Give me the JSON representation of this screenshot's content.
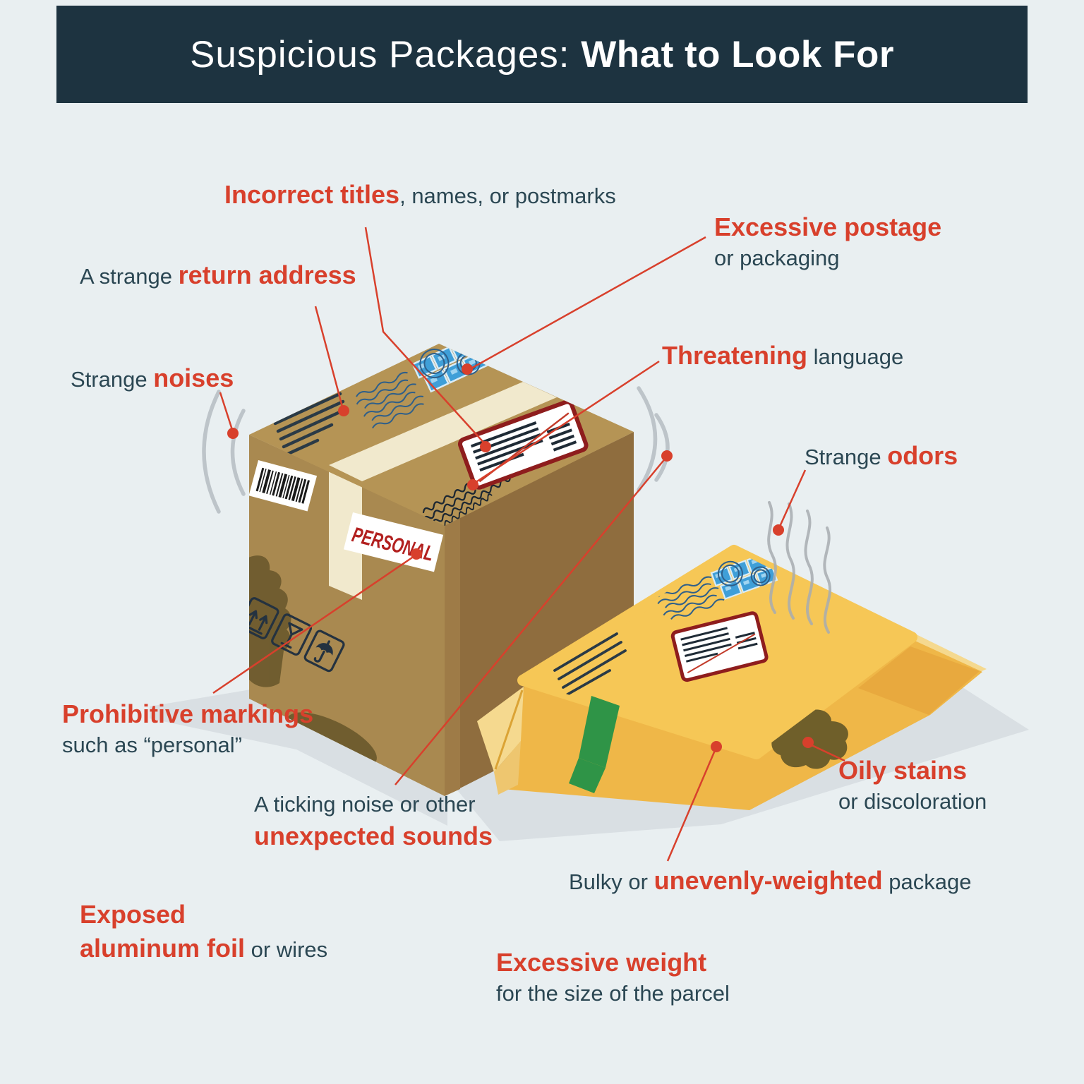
{
  "header": {
    "title_light": "Suspicious Packages: ",
    "title_bold": "What to Look For"
  },
  "labels": {
    "incorrect_titles": {
      "em": "Incorrect titles",
      "rest": ", names, or postmarks"
    },
    "excessive_postage": {
      "em": "Excessive postage",
      "rest": "or packaging"
    },
    "return_address": {
      "pre": "A strange ",
      "em": "return address"
    },
    "strange_noises": {
      "pre": "Strange ",
      "em": "noises"
    },
    "threatening": {
      "em": "Threatening",
      "rest": " language"
    },
    "strange_odors": {
      "pre": "Strange ",
      "em": "odors"
    },
    "prohibitive": {
      "em": "Prohibitive markings",
      "rest": "such as “personal”"
    },
    "ticking": {
      "pre": "A ticking noise or other",
      "em": "unexpected sounds"
    },
    "oily": {
      "em": "Oily stains",
      "rest": "or discoloration"
    },
    "bulky": {
      "pre": "Bulky or ",
      "em": "unevenly-weighted",
      "post": " package"
    },
    "foil": {
      "em1": "Exposed",
      "em2": "aluminum foil",
      "rest": " or wires"
    },
    "weight": {
      "em": "Excessive weight",
      "rest": "for the size of the parcel"
    }
  },
  "illustration": {
    "personal_sticker": "PERSONAL",
    "elements": [
      "cardboard-box",
      "padded-envelope",
      "postage-stamps",
      "barcode-sticker",
      "address-label",
      "shipping-care-icons",
      "sound-wave-icon",
      "odor-lines-icon",
      "oily-stain",
      "green-tape",
      "packing-tape",
      "shadow"
    ]
  },
  "colors": {
    "background": "#e9eff1",
    "header_bg": "#1d3340",
    "accent_red": "#d8402c",
    "text_dark": "#2b4753",
    "box_top": "#b59455",
    "box_left": "#a98950",
    "box_right": "#8f6d3e",
    "tape_cream": "#f1e9cd",
    "envelope_top": "#f6c756",
    "envelope_front": "#efb748",
    "envelope_fold": "#f5d98f",
    "green_tape": "#2f9447",
    "stamp_blue": "#3f9fd8",
    "label_border": "#8e1d1d",
    "stain_olive": "#6a592c",
    "shadow_gray": "#d9dfe3"
  }
}
